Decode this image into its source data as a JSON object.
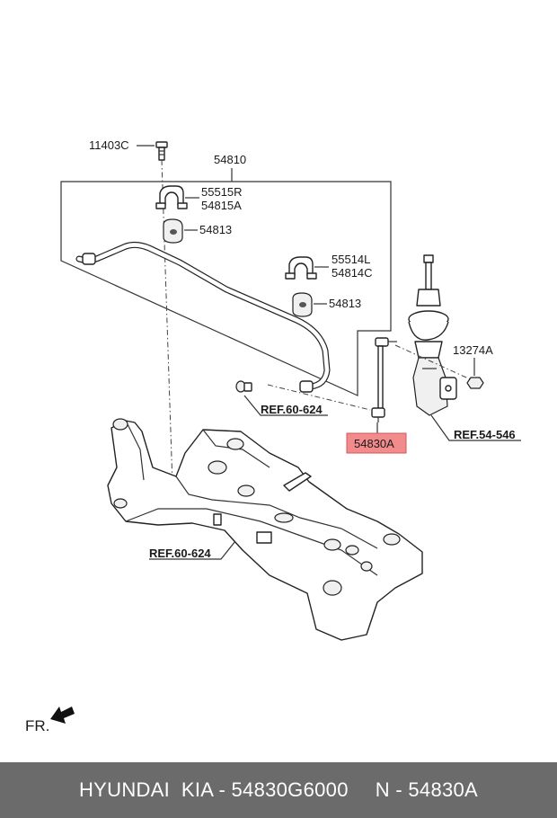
{
  "labels": {
    "bolt": "11403C",
    "stabilizer_assy": "54810",
    "bracket_r": "55515R",
    "bracket_r2": "54815A",
    "bushing_r": "54813",
    "bracket_l": "55514L",
    "bracket_l2": "54814C",
    "bushing_l": "54813",
    "nut": "13274A",
    "ref_stab": "REF.60-624",
    "ref_strut": "REF.54-546",
    "ref_subframe": "REF.60-624",
    "highlight": "54830A",
    "front": "FR."
  },
  "colors": {
    "highlight_fill": "#f28b8b",
    "highlight_border": "#d05a5a",
    "footer_bg": "#6b6b6b"
  },
  "footer": {
    "brand_part": "HYUNDAI  KIA - 54830G6000",
    "code": "N - 54830A"
  }
}
